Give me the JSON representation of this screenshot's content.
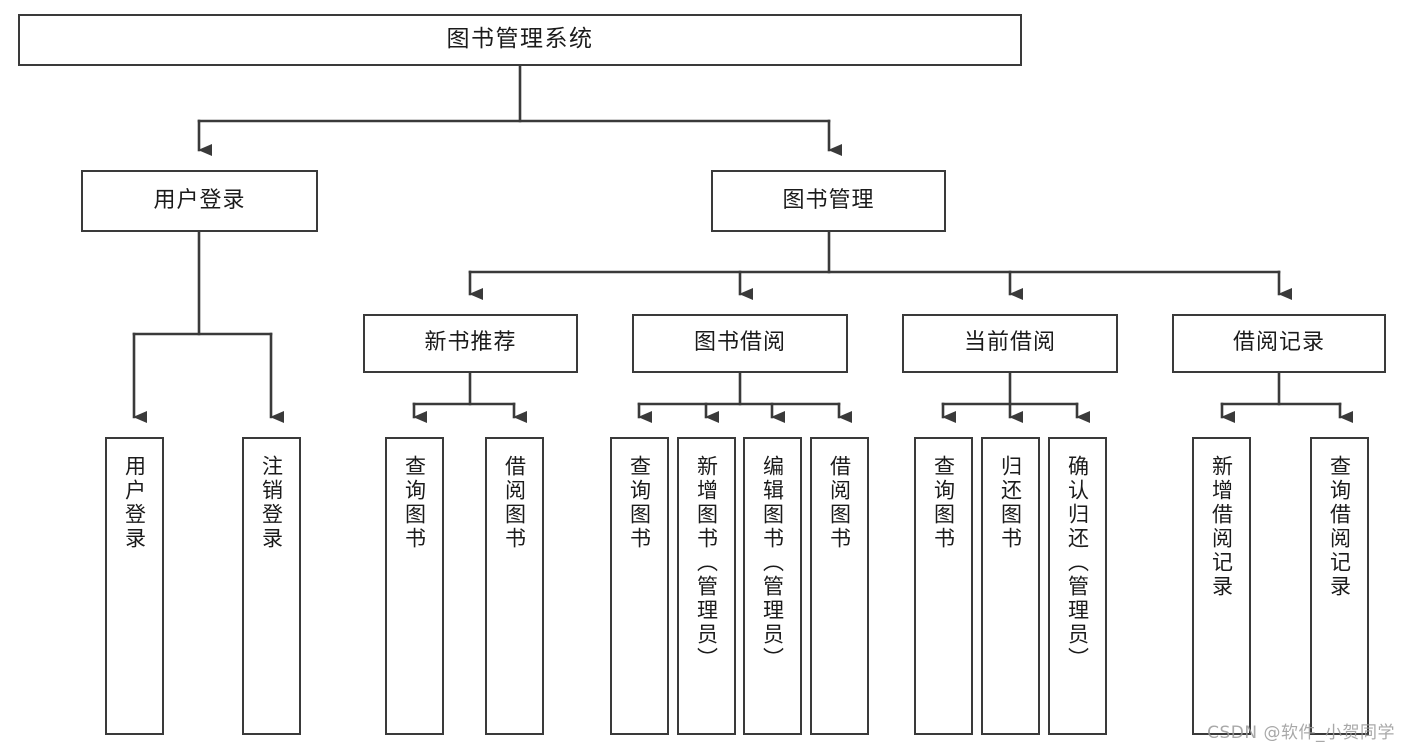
{
  "diagram": {
    "title": "图书管理系统",
    "watermark": "CSDN @软件_小贺同学",
    "stroke_color": "#3a3a3a",
    "background_color": "#ffffff",
    "level2": [
      {
        "label": "用户登录"
      },
      {
        "label": "图书管理"
      }
    ],
    "level3": [
      {
        "label": "新书推荐"
      },
      {
        "label": "图书借阅"
      },
      {
        "label": "当前借阅"
      },
      {
        "label": "借阅记录"
      }
    ],
    "leaves": {
      "user_login": [
        {
          "label": "用户登录"
        },
        {
          "label": "注销登录"
        }
      ],
      "new_book_recommend": [
        {
          "label": "查询图书"
        },
        {
          "label": "借阅图书"
        }
      ],
      "book_borrow": [
        {
          "label": "查询图书"
        },
        {
          "label": "新增图书（管理员）"
        },
        {
          "label": "编辑图书（管理员）"
        },
        {
          "label": "借阅图书"
        }
      ],
      "current_borrow": [
        {
          "label": "查询图书"
        },
        {
          "label": "归还图书"
        },
        {
          "label": "确认归还（管理员）"
        }
      ],
      "borrow_record": [
        {
          "label": "新增借阅记录"
        },
        {
          "label": "查询借阅记录"
        }
      ]
    }
  }
}
